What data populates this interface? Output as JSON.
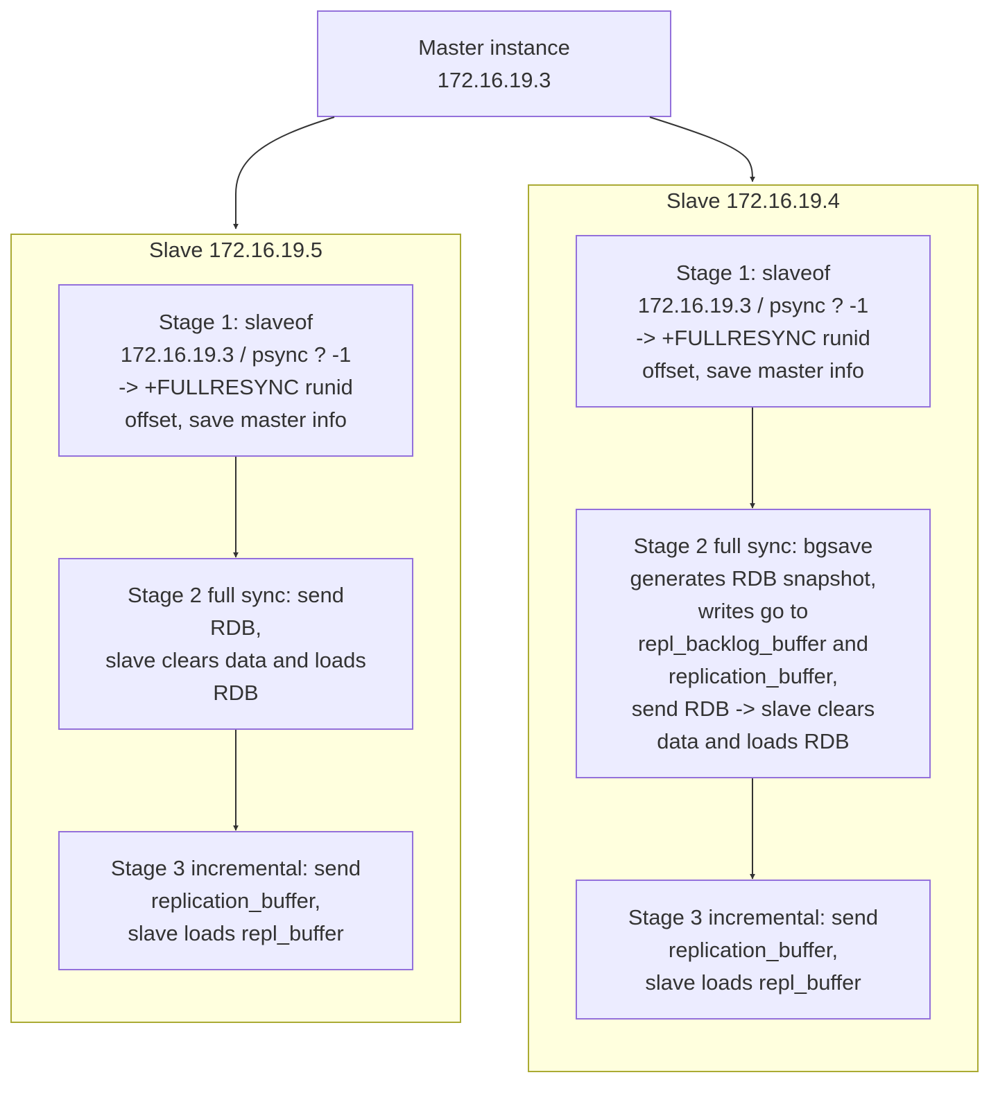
{
  "diagram": {
    "colors": {
      "node_fill": "#ececff",
      "node_border": "#9370db",
      "cluster_fill": "#ffffde",
      "cluster_border": "#aaaa33",
      "edge": "#333333",
      "text": "#333333"
    },
    "master": {
      "label": "Master instance\n172.16.19.3"
    },
    "clusters": [
      {
        "title": "Slave 172.16.19.5",
        "nodes": [
          {
            "label": "Stage 1: slaveof\n172.16.19.3 / psync ? -1\n-> +FULLRESYNC runid\noffset, save master info"
          },
          {
            "label": "Stage 2 full sync: send\nRDB,\nslave clears data and loads\nRDB"
          },
          {
            "label": "Stage 3 incremental: send\nreplication_buffer,\nslave loads repl_buffer"
          }
        ]
      },
      {
        "title": "Slave 172.16.19.4",
        "nodes": [
          {
            "label": "Stage 1: slaveof\n172.16.19.3 / psync ? -1\n-> +FULLRESYNC runid\noffset, save master info"
          },
          {
            "label": "Stage 2 full sync: bgsave\ngenerates RDB snapshot,\nwrites go to\nrepl_backlog_buffer and\nreplication_buffer,\nsend RDB -> slave clears\ndata and loads RDB"
          },
          {
            "label": "Stage 3 incremental: send\nreplication_buffer,\nslave loads repl_buffer"
          }
        ]
      }
    ],
    "edges": [
      {
        "from": "master",
        "to": "cluster-slave-5"
      },
      {
        "from": "master",
        "to": "cluster-slave-4"
      },
      {
        "from": "slave5-stage1",
        "to": "slave5-stage2"
      },
      {
        "from": "slave5-stage2",
        "to": "slave5-stage3"
      },
      {
        "from": "slave4-stage1",
        "to": "slave4-stage2"
      },
      {
        "from": "slave4-stage2",
        "to": "slave4-stage3"
      }
    ]
  }
}
